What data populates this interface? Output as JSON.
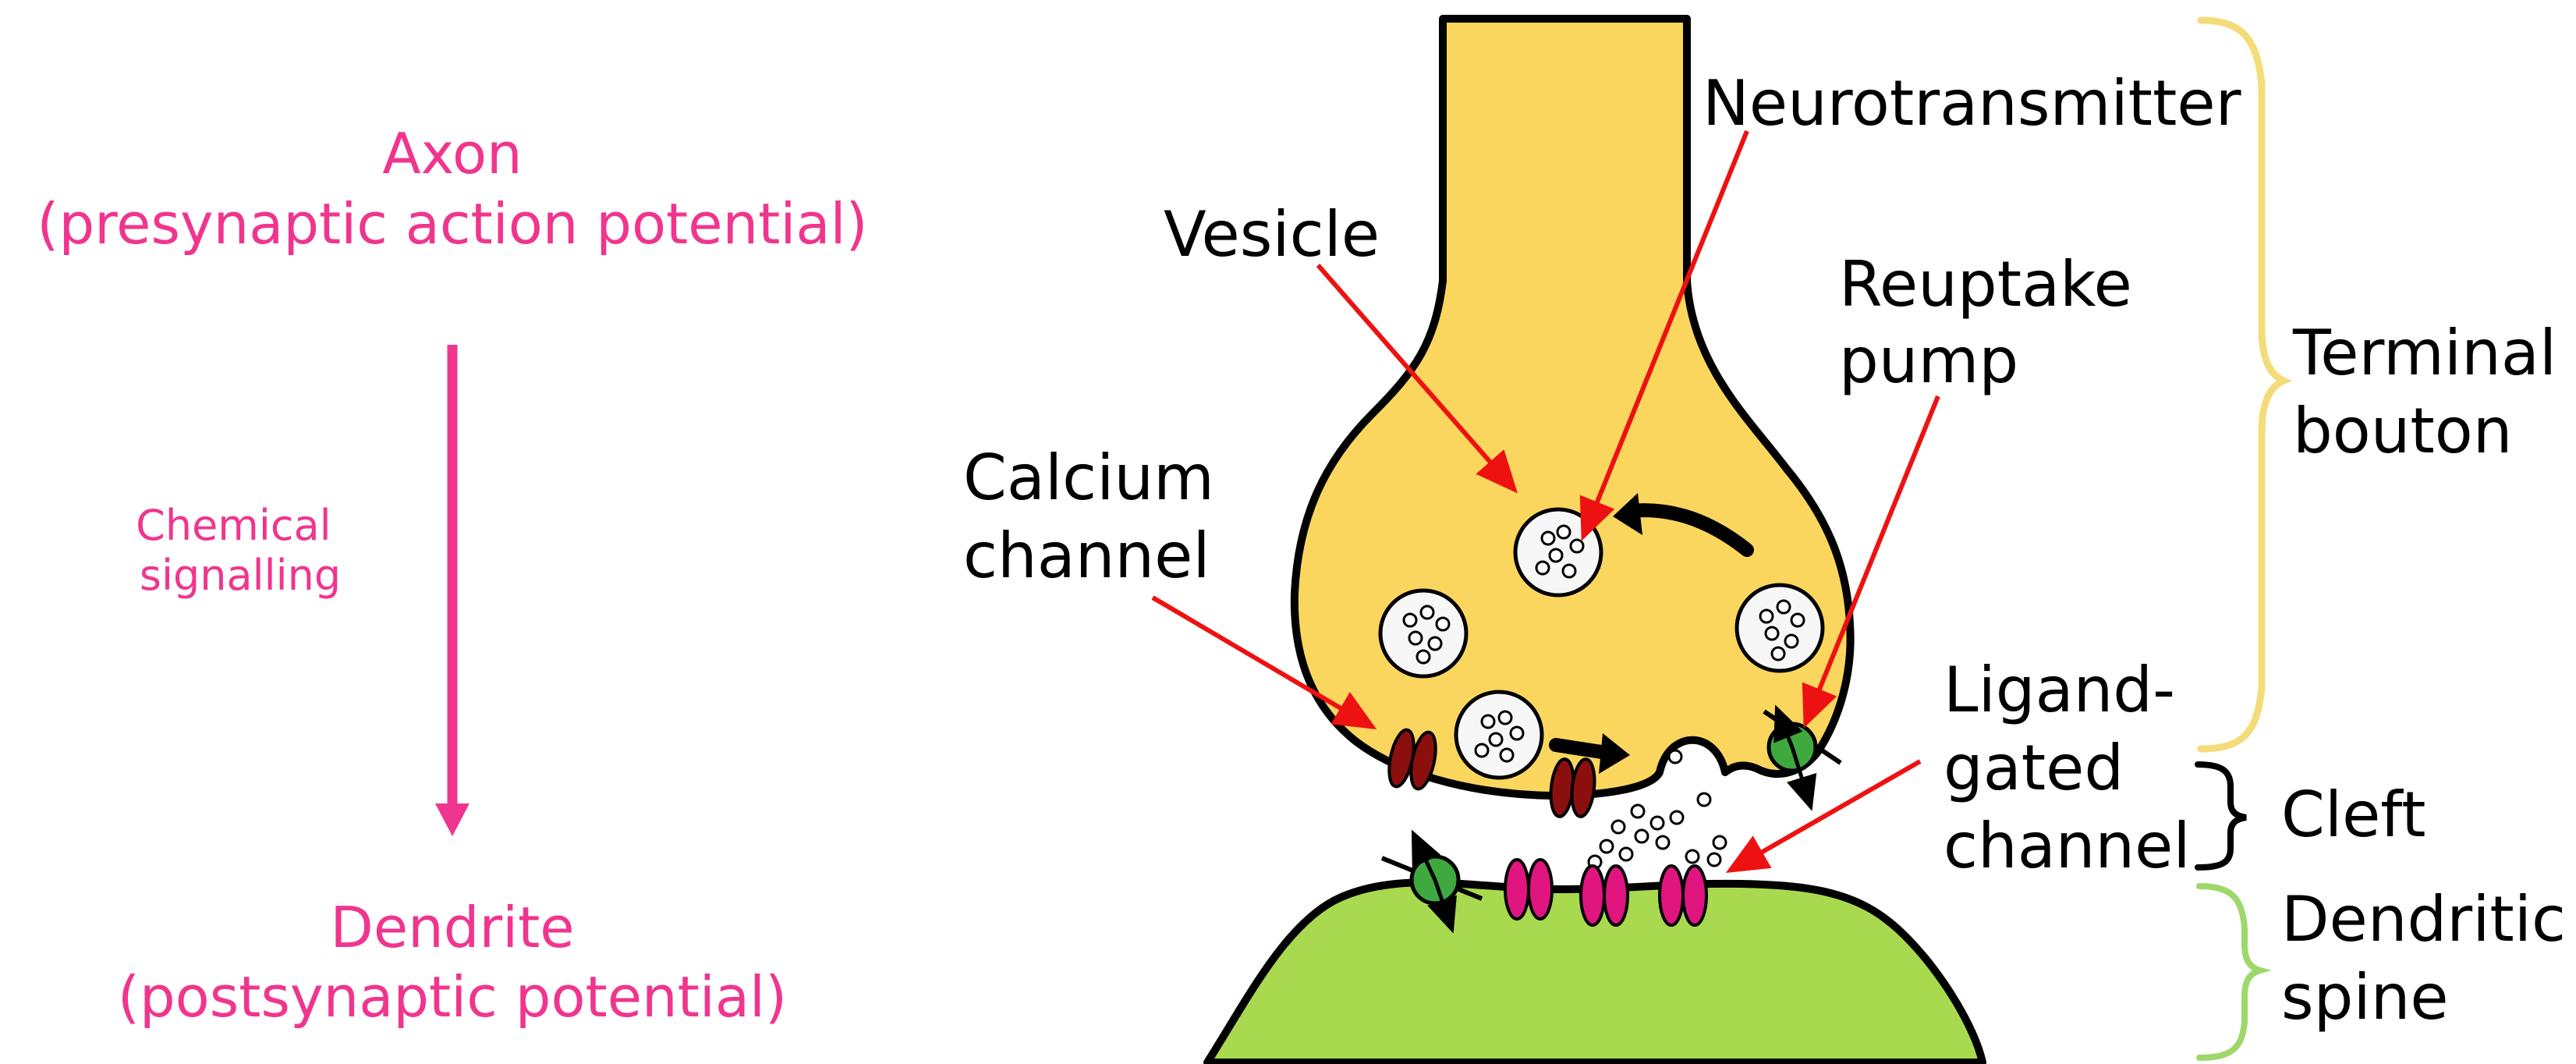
{
  "left_panel": {
    "axon": "Axon",
    "axon_detail": "(presynaptic action potential)",
    "signal": [
      "Chemical",
      "signalling"
    ],
    "dendrite": "Dendrite",
    "dendrite_detail": "(postsynaptic potential)"
  },
  "labels": {
    "neurotransmitter": "Neurotransmitter",
    "vesicle": "Vesicle",
    "reuptake": [
      "Reuptake",
      "pump"
    ],
    "calcium": [
      "Calcium",
      "channel"
    ],
    "ligand": [
      "Ligand-",
      "gated",
      "channel"
    ]
  },
  "brackets": {
    "terminal": [
      "Terminal",
      "bouton"
    ],
    "cleft": "Cleft",
    "spine": [
      "Dendritic",
      "spine"
    ]
  },
  "colors": {
    "accent_pink": "#f0358e",
    "bouton_fill": "#fbd65e",
    "spine_fill": "#a9d94e",
    "calcium_channel": "#8b0f0f",
    "ligand_channel": "#e0157f",
    "pump": "#3fa83f",
    "pointer_red": "#ee1111",
    "terminal_brace": "#f5dc7a",
    "spine_brace": "#9fd86a"
  }
}
